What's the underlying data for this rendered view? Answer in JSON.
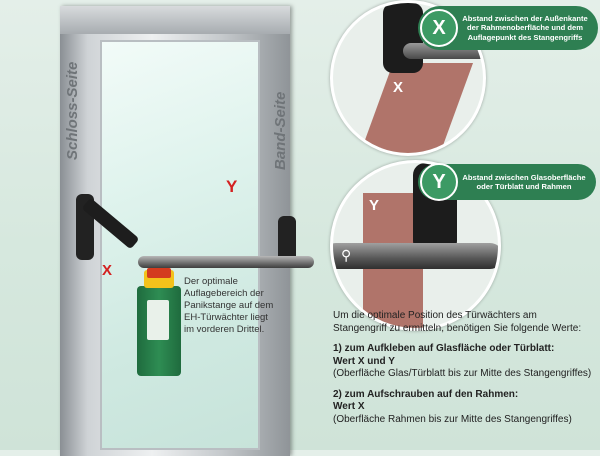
{
  "door": {
    "side_left": "Schloss-Seite",
    "side_right": "Band-Seite",
    "marker_y": "Y",
    "marker_x": "X"
  },
  "optimal_text": "Der optimale Auflagebereich der Panikstange auf dem EH-Türwächter liegt im vorderen Drittel.",
  "detail_x": {
    "letter": "X",
    "inner_label": "X",
    "text": "Abstand zwischen der Außenkante der Rahmenoberfläche und dem Auflagepunkt des Stangengriffs"
  },
  "detail_y": {
    "letter": "Y",
    "inner_label": "Y",
    "text": "Abstand zwischen Glasoberfläche oder Türblatt und Rahmen"
  },
  "instructions": {
    "intro": "Um die optimale Position des Türwächters am Stangengriff zu ermitteln, benötigen Sie folgende Werte:",
    "item1_title": "1) zum Aufkleben auf Glasfläche oder Türblatt:",
    "item1_values": "Wert X und Y",
    "item1_note": "(Oberfläche Glas/Türblatt bis zur Mitte des Stangengriffes)",
    "item2_title": "2) zum Aufschrauben auf den Rahmen:",
    "item2_values": "Wert X",
    "item2_note": "(Oberfläche Rahmen bis zur Mitte des Stangengriffes)"
  },
  "colors": {
    "accent_green": "#2e7f52",
    "marker_red": "#d42121",
    "wall_brown": "#b0746a"
  }
}
